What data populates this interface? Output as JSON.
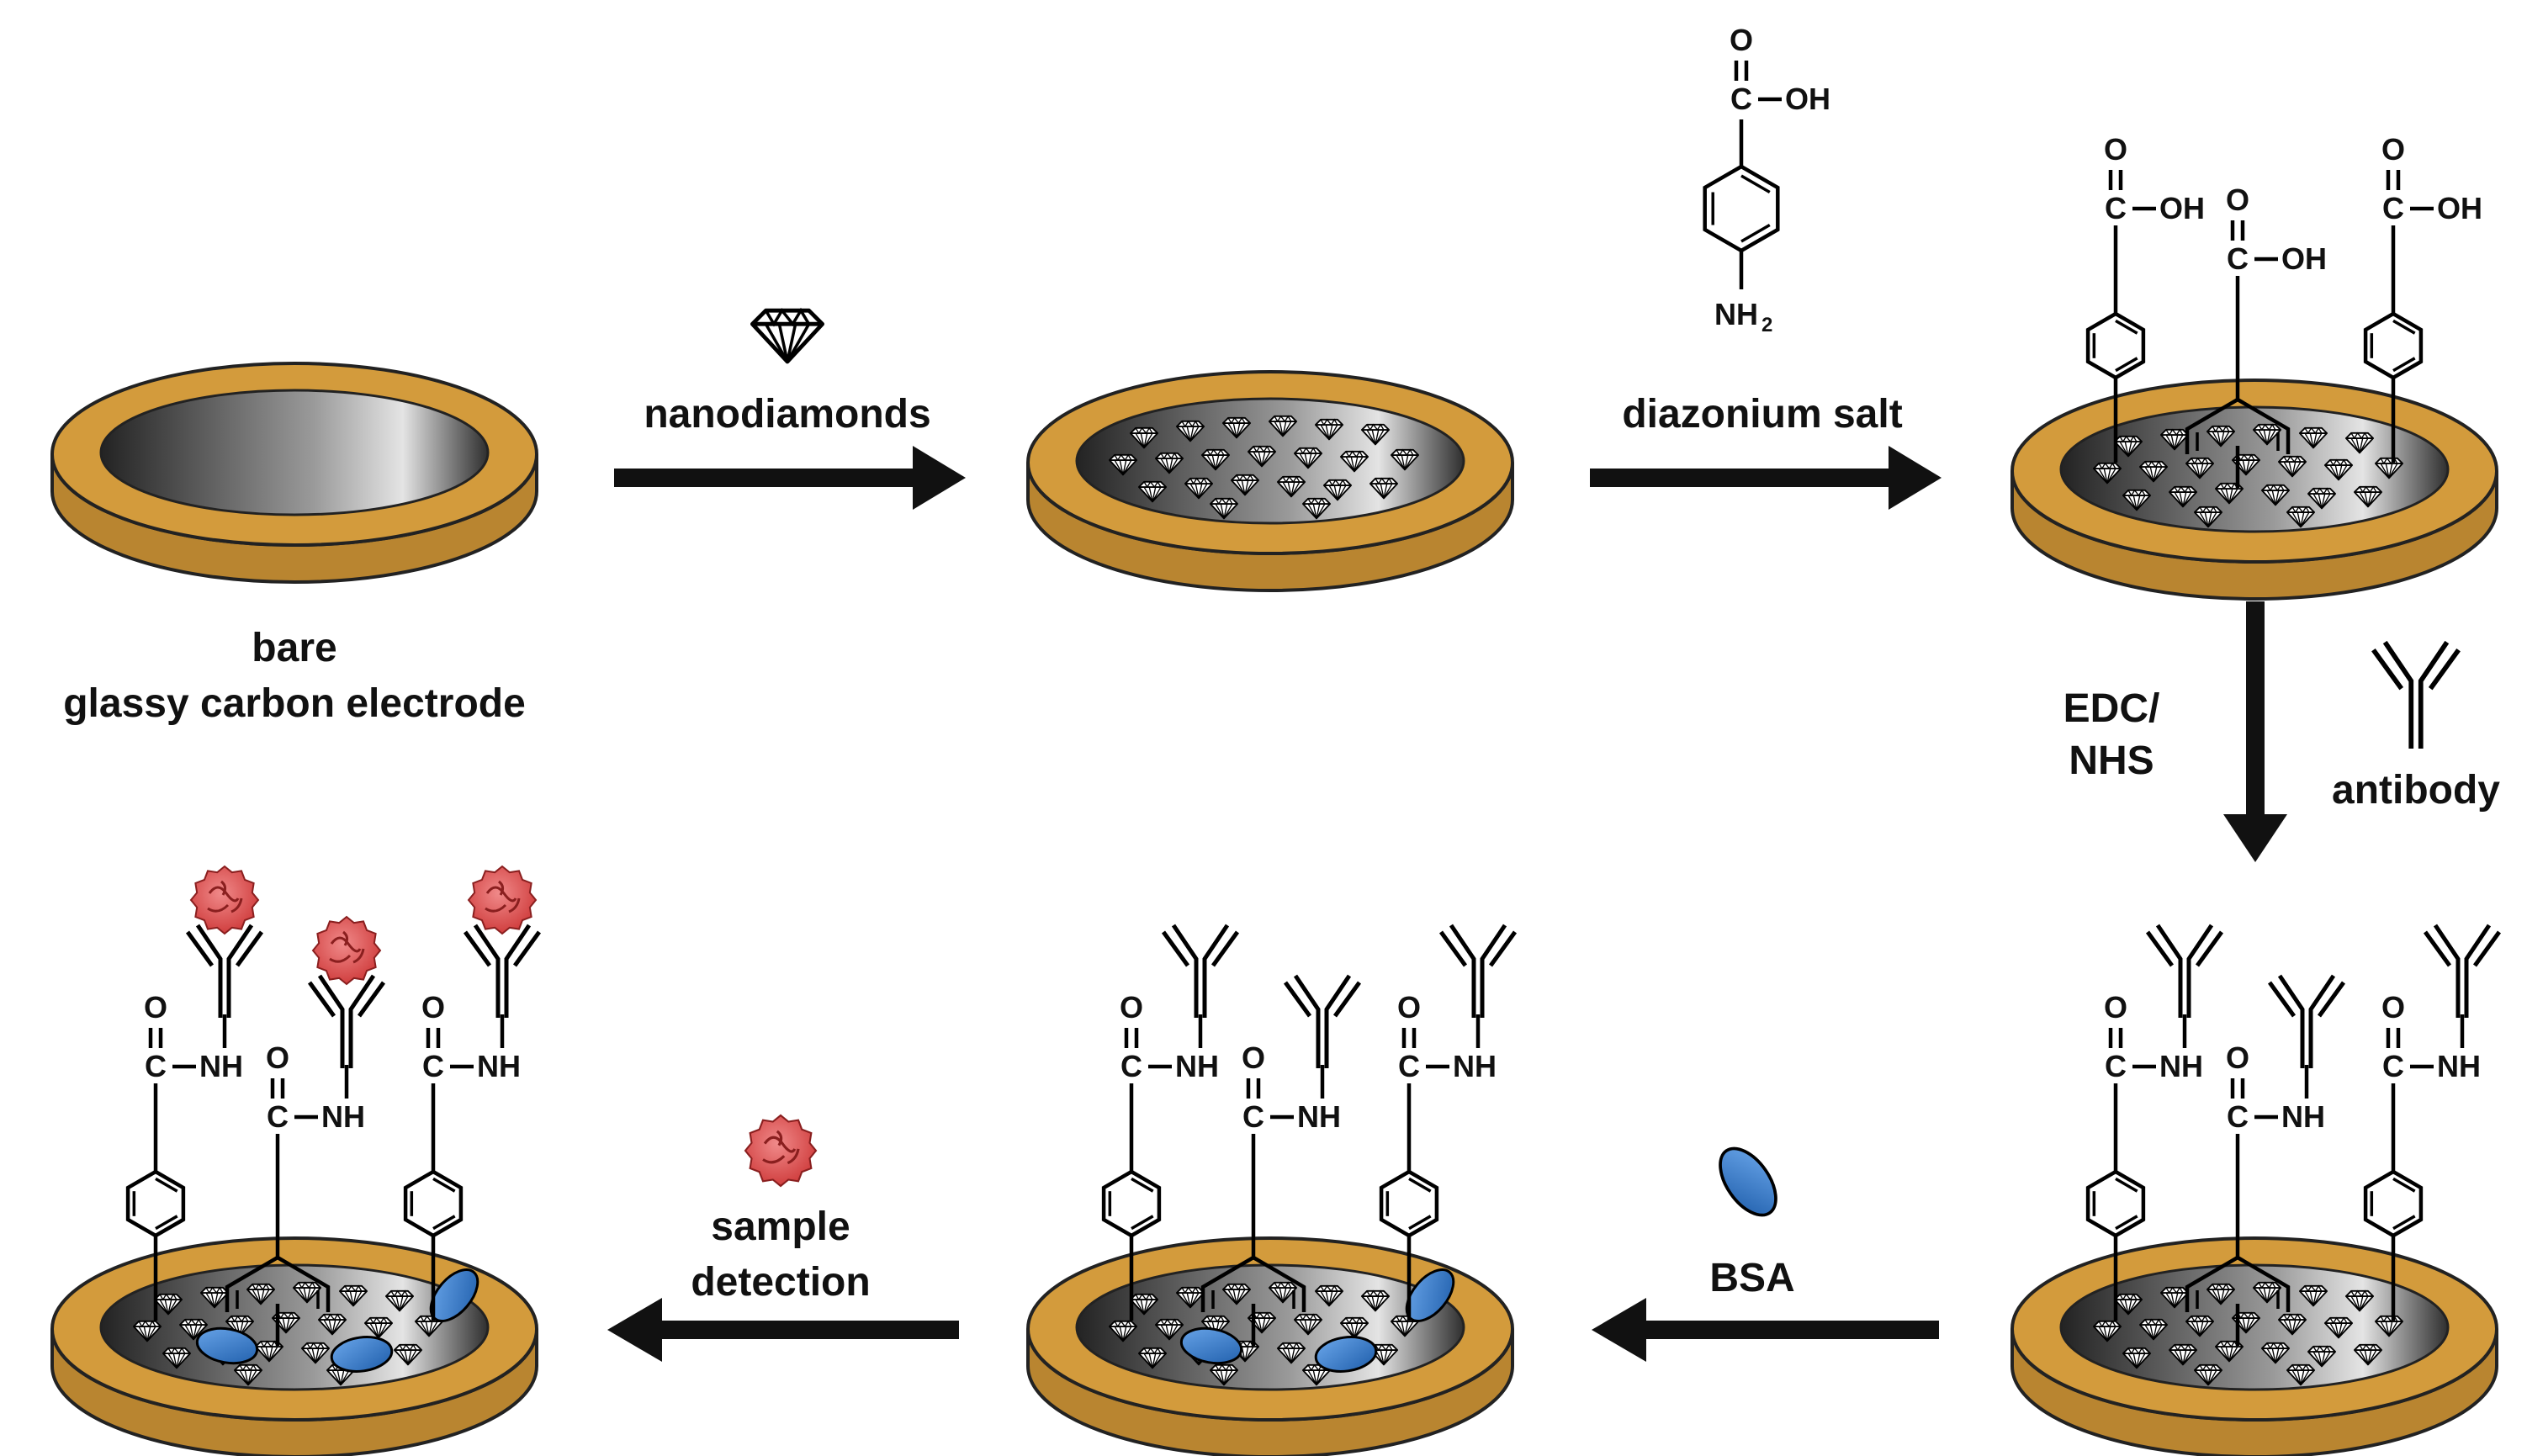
{
  "labels": {
    "bare_line1": "bare",
    "bare_line2": "glassy carbon electrode",
    "nanodiamonds": "nanodiamonds",
    "diazonium_salt": "diazonium salt",
    "edc_line1": "EDC/",
    "edc_line2": "NHS",
    "antibody": "antibody",
    "bsa": "BSA",
    "sample_line1": "sample",
    "sample_line2": "detection"
  },
  "chemistry": {
    "carbonyl_o": "O",
    "carbon": "C",
    "hydroxyl": "OH",
    "amine": "NH",
    "amino_group": "NH",
    "subscript_two": "2"
  },
  "colors": {
    "electrode_rim": "#d39b3c",
    "electrode_surface_dark": "#2b2b2b",
    "electrode_surface_light": "#d8d8d8",
    "arrow": "#111111",
    "bsa": "#2f74c4",
    "antigen": "#e06565"
  }
}
